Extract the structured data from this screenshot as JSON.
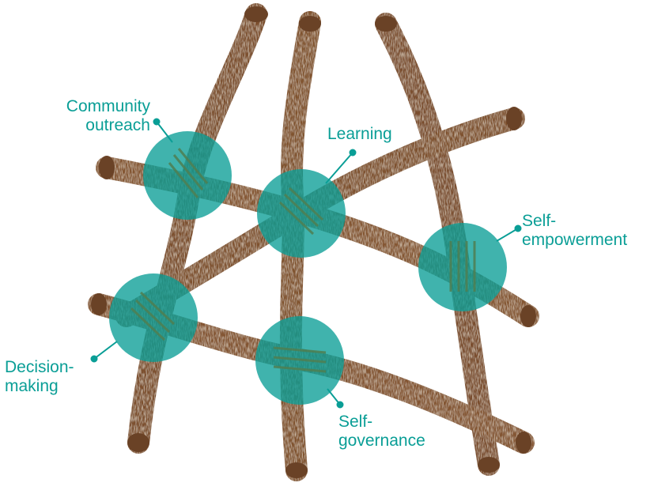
{
  "colors": {
    "accent": "#0a9e96",
    "stick_base": "#8a5a35",
    "stick_dark": "#5a3a22",
    "stick_light": "#c9a882",
    "background": "#ffffff"
  },
  "labels": {
    "community_outreach": "Community\noutreach",
    "learning": "Learning",
    "self_empowerment": "Self-\nempowerment",
    "decision_making": "Decision-\nmaking",
    "self_governance": "Self-\ngovernance"
  }
}
